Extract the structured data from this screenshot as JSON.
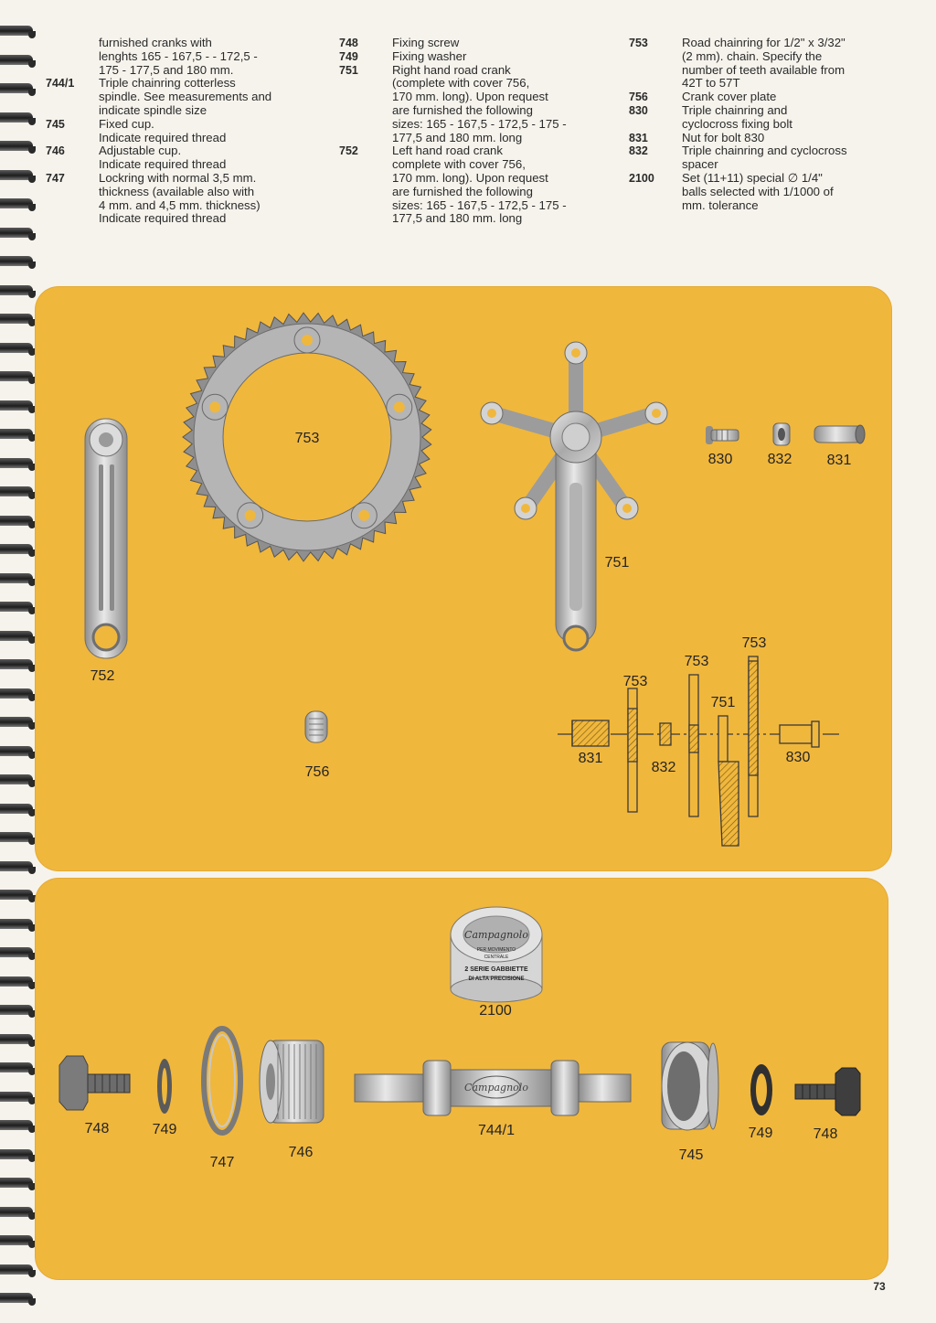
{
  "column_a": [
    {
      "num": "",
      "lines": [
        "furnished cranks with",
        "lenghts 165 - 167,5 - - 172,5 -",
        "175 - 177,5 and 180 mm."
      ]
    },
    {
      "num": "744/1",
      "lines": [
        "Triple chainring cotterless",
        "spindle. See measurements and",
        "indicate spindle size"
      ]
    },
    {
      "num": "745",
      "lines": [
        "Fixed cup.",
        "Indicate required thread"
      ]
    },
    {
      "num": "746",
      "lines": [
        "Adjustable cup.",
        "Indicate required thread"
      ]
    },
    {
      "num": "747",
      "lines": [
        "Lockring with normal 3,5 mm.",
        "thickness (available also with",
        "4 mm. and 4,5 mm. thickness)",
        "Indicate required thread"
      ]
    }
  ],
  "column_b": [
    {
      "num": "748",
      "lines": [
        "Fixing screw"
      ]
    },
    {
      "num": "749",
      "lines": [
        "Fixing washer"
      ]
    },
    {
      "num": "751",
      "lines": [
        "Right hand road crank",
        "(complete with cover 756,",
        "170 mm. long). Upon request",
        "are furnished the following",
        "sizes: 165 - 167,5 - 172,5 - 175 -",
        "177,5 and 180 mm. long"
      ]
    },
    {
      "num": "752",
      "lines": [
        "Left hand road crank",
        "complete with cover 756,",
        "170 mm. long). Upon request",
        "are furnished the following",
        "sizes: 165 - 167,5 - 172,5 - 175 -",
        "177,5 and 180 mm. long"
      ]
    }
  ],
  "column_c": [
    {
      "num": "753",
      "lines": [
        "Road chainring for 1/2\" x 3/32\"",
        "(2 mm). chain. Specify the",
        "number of teeth available from",
        "42T to 57T"
      ]
    },
    {
      "num": "756",
      "lines": [
        "Crank cover plate"
      ]
    },
    {
      "num": "830",
      "lines": [
        "Triple chainring and",
        "cyclocross fixing bolt"
      ]
    },
    {
      "num": "831",
      "lines": [
        "Nut for bolt 830"
      ]
    },
    {
      "num": "832",
      "lines": [
        "Triple chainring and cyclocross",
        "spacer"
      ]
    },
    {
      "num": "2100",
      "lines": [
        "Set (11+11) special ∅ 1/4\"",
        "balls selected with 1/1000 of",
        "mm. tolerance"
      ]
    }
  ],
  "panel1_labels": {
    "chainring": "753",
    "bolt": "830",
    "spacer": "832",
    "nut": "831",
    "right_crank": "751",
    "left_crank": "752",
    "cover": "756",
    "diag_753_a": "753",
    "diag_753_b": "753",
    "diag_753_c": "753",
    "diag_751": "751",
    "diag_831": "831",
    "diag_832": "832",
    "diag_830": "830"
  },
  "panel2_labels": {
    "ball_set": "2100",
    "screw_left": "748",
    "washer_left": "749",
    "lockring": "747",
    "adjustable_cup": "746",
    "spindle": "744/1",
    "fixed_cup": "745",
    "washer_right": "749",
    "screw_right": "748"
  },
  "ball_box_text": {
    "line1": "Campagnolo",
    "line2": "PER MOVIMENTO",
    "line3": "CENTRALE",
    "line4": "2 SERIE GABBIETTE",
    "line5": "DI ALTA PRECISIONE"
  },
  "spindle_logo": "Campagnolo",
  "page_number": "73",
  "colors": {
    "panel": "#f0b73d",
    "metal": "#b9b9b9",
    "ink": "#242424"
  }
}
